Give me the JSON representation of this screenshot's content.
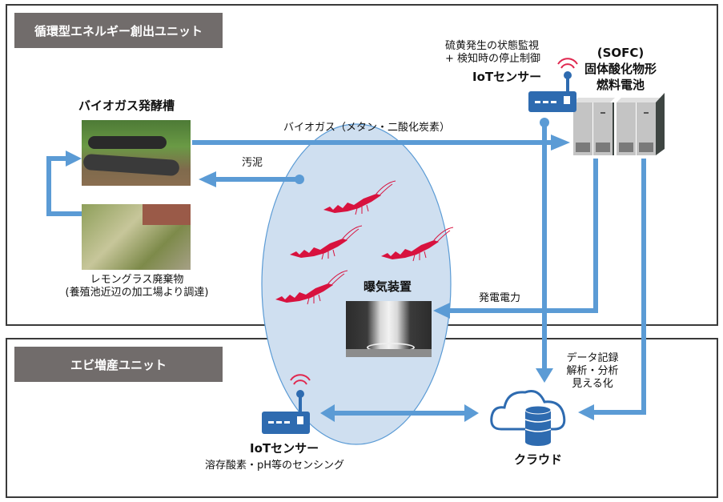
{
  "units": {
    "energy": {
      "label": "循環型エネルギー創出ユニット"
    },
    "shrimp": {
      "label": "エビ増産ユニット"
    }
  },
  "biogas_tank": {
    "title": "バイオガス発酵槽"
  },
  "lemongrass": {
    "line1": "レモングラス廃棄物",
    "line2": "(養殖池近辺の加工場より調達)"
  },
  "flows": {
    "biogas": "バイオガス（メタン・二酸化炭素）",
    "sludge": "汚泥",
    "power": "発電電力",
    "data": [
      "データ記録",
      "解析・分析",
      "見える化"
    ]
  },
  "sofc": {
    "line1": "(SOFC)",
    "line2": "固体酸化物形",
    "line3": "燃料電池"
  },
  "iot_top": {
    "note1": "硫黄発生の状態監視",
    "note2": "+ 検知時の停止制御",
    "title": "IoTセンサー"
  },
  "aerator": {
    "title": "曝気装置"
  },
  "iot_bottom": {
    "title": "IoTセンサー",
    "note": "溶存酸素・pH等のセンシング"
  },
  "cloud": {
    "title": "クラウド"
  },
  "colors": {
    "arrow": "#5b9bd5",
    "device": "#2e6bb0",
    "wifi": "#e0284f",
    "pond": "#cfdff0",
    "shrimp": "#d8123e",
    "label_bg": "#716c6b"
  }
}
